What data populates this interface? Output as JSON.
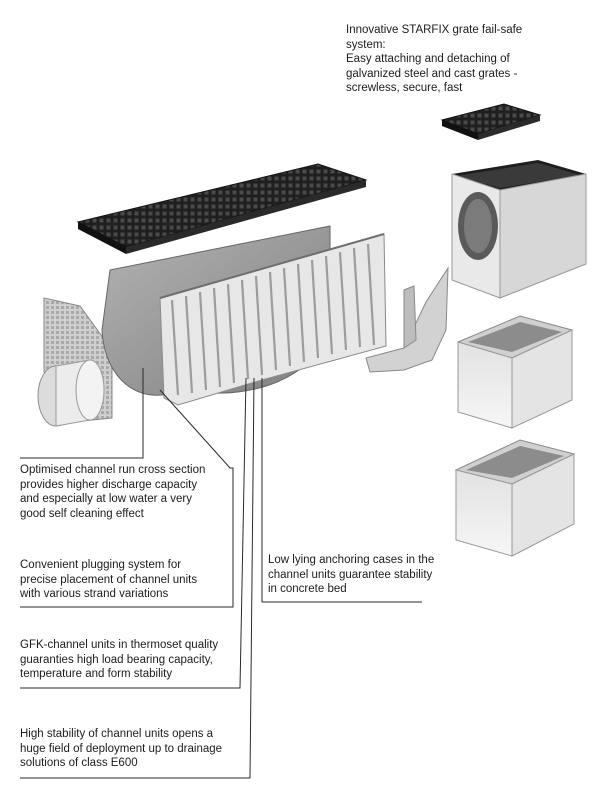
{
  "callouts": {
    "starfix": {
      "lines": [
        "Innovative STARFIX grate fail-safe",
        "system:",
        "Easy attaching and detaching of",
        "galvanized steel and cast grates -",
        "screwless, secure, fast"
      ]
    },
    "cross_section": {
      "lines": [
        "Optimised channel run cross section",
        "provides higher discharge capacity",
        " and especially at low water a very",
        "good self cleaning effect"
      ]
    },
    "plugging": {
      "lines": [
        "Convenient plugging system for",
        "precise placement of channel units",
        "with various strand variations"
      ]
    },
    "anchoring": {
      "lines": [
        "Low lying anchoring cases in the",
        "channel units guarantee stability",
        "in concrete bed"
      ]
    },
    "gfk": {
      "lines": [
        "GFK-channel units in thermoset quality",
        "guaranties high load bearing capacity,",
        "temperature and form stability"
      ]
    },
    "stability": {
      "lines": [
        "High stability of channel units opens a",
        "huge field of deployment up to drainage",
        "solutions of class E600"
      ]
    }
  }
}
